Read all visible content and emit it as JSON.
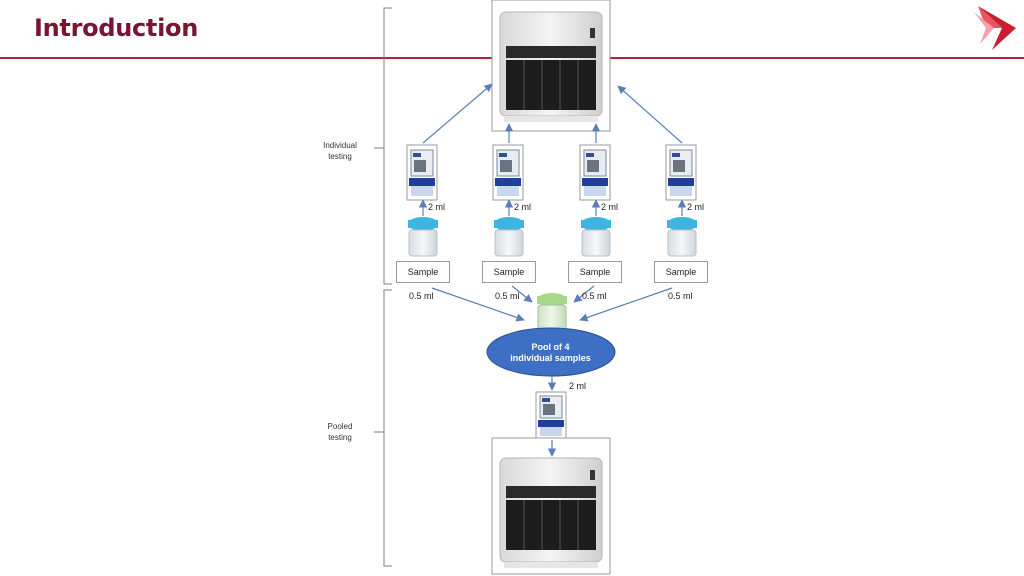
{
  "slide": {
    "title": "Introduction"
  },
  "labels": {
    "individual_testing": "Individual\ntesting",
    "pooled_testing": "Pooled\ntesting"
  },
  "samples": [
    {
      "label": "Sample",
      "cartridge_volume": "2 ml",
      "pool_volume": "0.5 ml"
    },
    {
      "label": "Sample",
      "cartridge_volume": "2 ml",
      "pool_volume": "0.5 ml"
    },
    {
      "label": "Sample",
      "cartridge_volume": "2 ml",
      "pool_volume": "0.5 ml"
    },
    {
      "label": "Sample",
      "cartridge_volume": "2 ml",
      "pool_volume": "0.5 ml"
    }
  ],
  "pool": {
    "label_line1": "Pool of 4",
    "label_line2": "individual samples",
    "volume": "2 ml"
  },
  "colors": {
    "title": "#7a1530",
    "rule": "#b3243a",
    "pool_ellipse": "#3d6fc4",
    "arrow": "#5b7fb5",
    "cap": "#3fb4e0",
    "pool_cap": "#a8d88a"
  }
}
